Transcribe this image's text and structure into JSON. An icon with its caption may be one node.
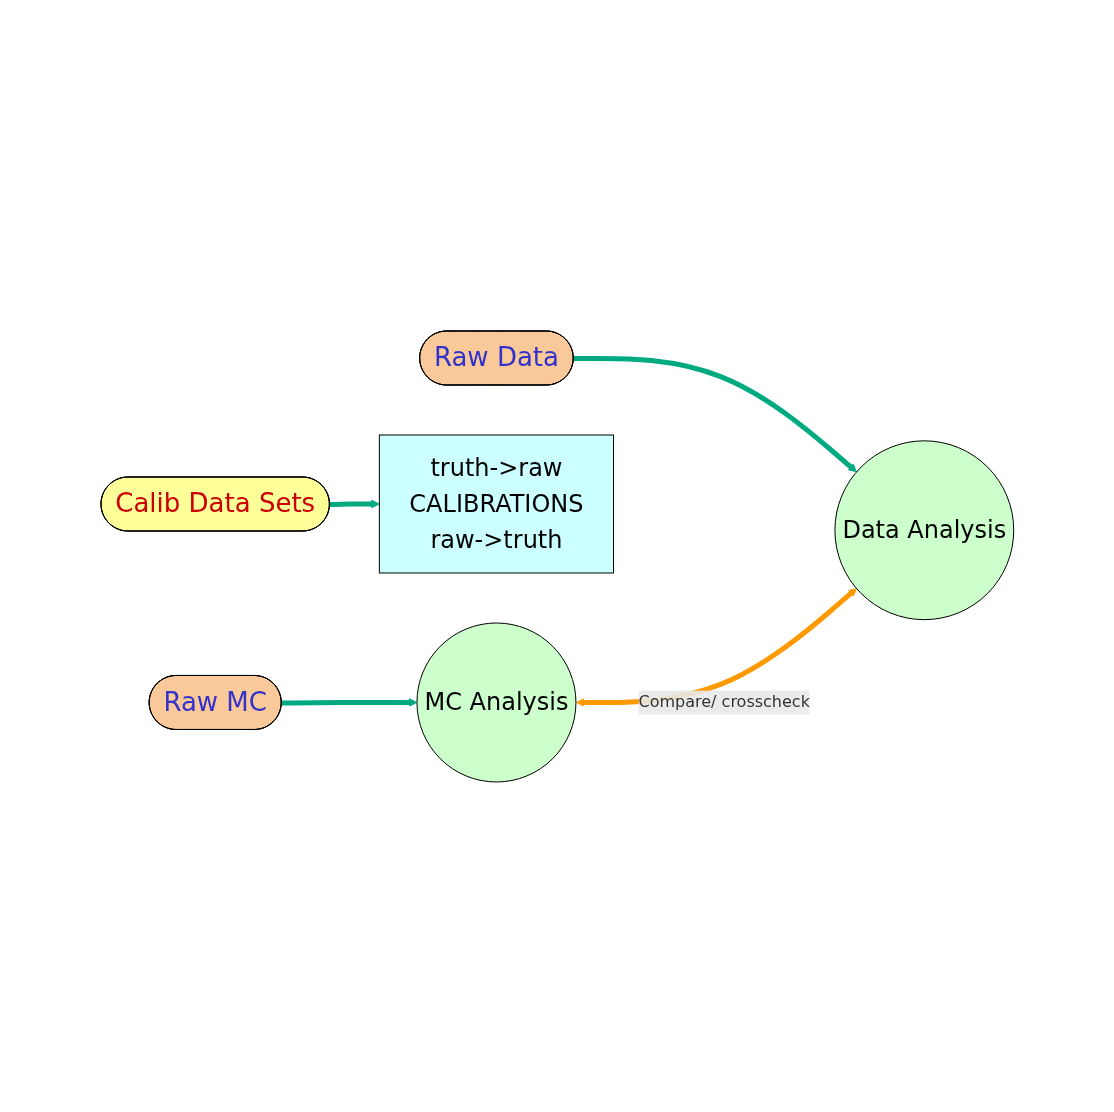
{
  "diagram": {
    "nodes": [
      {
        "text": [
          "Raw MC"
        ]
      },
      {
        "text": [
          "MC Analysis"
        ]
      },
      {
        "text": [
          "truth->raw",
          "CALIBRATIONS",
          "raw->truth"
        ]
      },
      {
        "text": [
          "Calib Data Sets"
        ]
      },
      {
        "text": [
          "Raw Data"
        ]
      },
      {
        "text": [
          "Data Analysis"
        ]
      }
    ],
    "edges": [
      {
        "from": 0,
        "to": 1,
        "arrow": "to"
      },
      {
        "from": 3,
        "to": 2,
        "arrow": "to"
      },
      {
        "from": 4,
        "to": 5,
        "arrow": "to"
      },
      {
        "from": 1,
        "to": 5,
        "arrow": "both",
        "color": "#ff9900",
        "label": "Compare/ crosscheck"
      }
    ]
  }
}
